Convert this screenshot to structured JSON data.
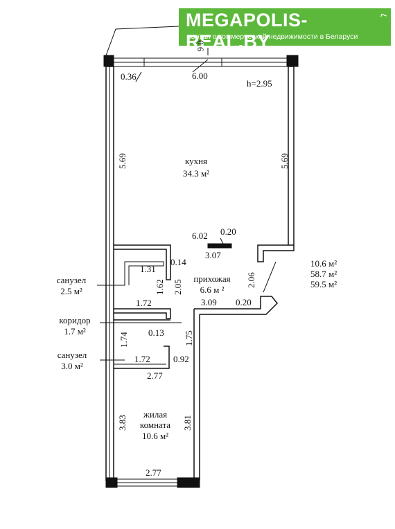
{
  "banner": {
    "brand": "MEGAPOLIS-REAL.BY",
    "tagline": "портал о коммерческой недвижимости в Беларуси"
  },
  "plan": {
    "ceiling_height": "h=2.95",
    "rooms": {
      "kitchen": {
        "name": "кухня",
        "area": "34.3 м²"
      },
      "hall": {
        "name": "прихожая",
        "area": "6.6 м ²"
      },
      "bath1": {
        "name": "санузел",
        "area": "2.5 м²"
      },
      "corridor": {
        "name": "коридор",
        "area": "1.7 м²"
      },
      "bath2": {
        "name": "санузел",
        "area": "3.0 м²"
      },
      "living_line1": "жилая",
      "living_line2": "комната",
      "living_area": "10.6 м²"
    },
    "totals": {
      "living": "10.6 м²",
      "useful": "58.7 м²",
      "total": "59.5 м²"
    },
    "dims": {
      "d036": "0.36",
      "d600": "6.00",
      "d569l": "5.69",
      "d569r": "5.69",
      "d602": "6.02",
      "d020a": "0.20",
      "d307": "3.07",
      "d131": "1.31",
      "d014": "0.14",
      "d162": "1.62",
      "d205": "2.05",
      "d206": "2.06",
      "d309": "3.09",
      "d020b": "0.20",
      "d172a": "1.72",
      "d174": "1.74",
      "d013": "0.13",
      "d175": "1.75",
      "d172b": "1.72",
      "d092": "0.92",
      "d277a": "2.77",
      "d383": "3.83",
      "d381": "3.81",
      "d277b": "2.77",
      "d_top": "0.6"
    }
  }
}
